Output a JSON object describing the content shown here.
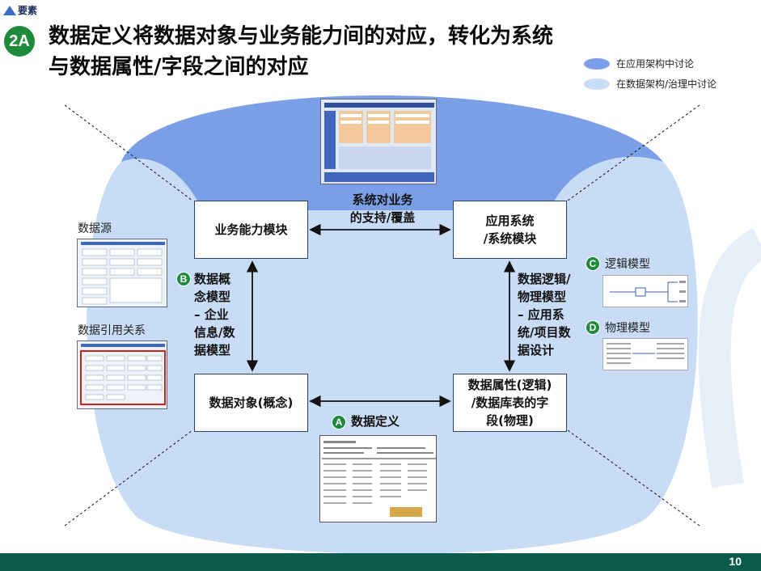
{
  "header": {
    "kicker": "要素",
    "badge": "2A",
    "title_line1": "数据定义将数据对象与业务能力间的对应，转化为系统",
    "title_line2": "与数据属性/字段之间的对应"
  },
  "legend": [
    {
      "label": "在应用架构中讨论",
      "color": "#7b9fe6"
    },
    {
      "label": "在数据架构/治理中讨论",
      "color": "#c8dcf6"
    }
  ],
  "boxes": {
    "business": "业务能力模块",
    "app_line1": "应用系统",
    "app_line2": "/系统模块",
    "data_object": "数据对象(概念)",
    "attr_line1": "数据属性(逻辑)",
    "attr_line2": "/数据库表的字",
    "attr_line3": "段(物理)"
  },
  "support": {
    "line1": "系统对业务",
    "line2": "的支持/覆盖"
  },
  "concept_model": {
    "badge": "B",
    "lines": [
      "数据概",
      "念模型",
      "– 企业",
      "信息/数",
      "据模型"
    ]
  },
  "logical_physical": {
    "lines": [
      "数据逻辑/",
      "物理模型",
      "– 应用系",
      "统/项目数",
      "据设计"
    ]
  },
  "definition": {
    "badge": "A",
    "label": "数据定义"
  },
  "side_labels": {
    "data_source": "数据源",
    "data_ref": "数据引用关系"
  },
  "models": {
    "logical": {
      "badge": "C",
      "label": "逻辑模型"
    },
    "physical": {
      "badge": "D",
      "label": "物理模型"
    }
  },
  "footer": {
    "page": "10",
    "color": "#0b5c4c"
  }
}
